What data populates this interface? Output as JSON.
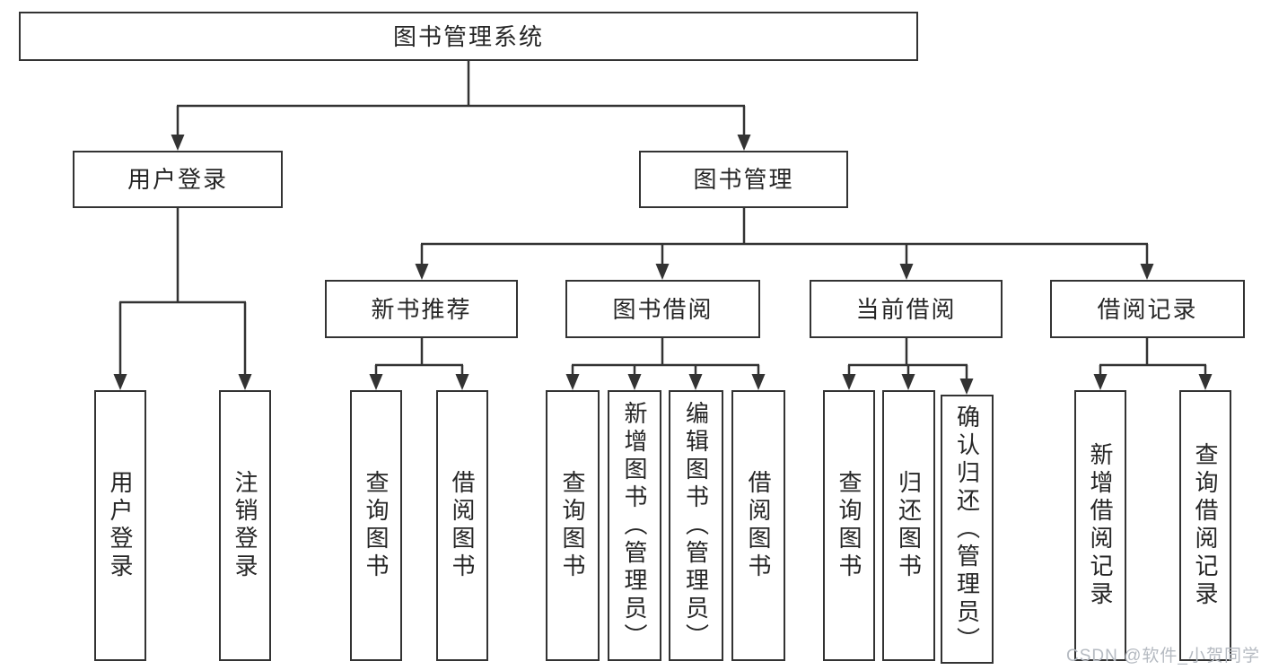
{
  "diagram": {
    "root": {
      "label": "图书管理系统"
    },
    "level2": [
      {
        "label": "用户登录"
      },
      {
        "label": "图书管理"
      }
    ],
    "level3": [
      {
        "label": "新书推荐"
      },
      {
        "label": "图书借阅"
      },
      {
        "label": "当前借阅"
      },
      {
        "label": "借阅记录"
      }
    ],
    "leaves": {
      "login": [
        "用户登录",
        "注销登录"
      ],
      "newbook": [
        "查询图书",
        "借阅图书"
      ],
      "borrow": [
        "查询图书",
        "新增图书（管理员）",
        "编辑图书（管理员）",
        "借阅图书"
      ],
      "current": [
        "查询图书",
        "归还图书",
        "确认归还（管理员）"
      ],
      "records": [
        "新增借阅记录",
        "查询借阅记录"
      ]
    }
  },
  "watermark": {
    "text": "CSDN @软件_小贺同学",
    "color": "#b5bac1"
  },
  "colors": {
    "line": "#333333",
    "text": "#262626",
    "background": "#ffffff"
  }
}
